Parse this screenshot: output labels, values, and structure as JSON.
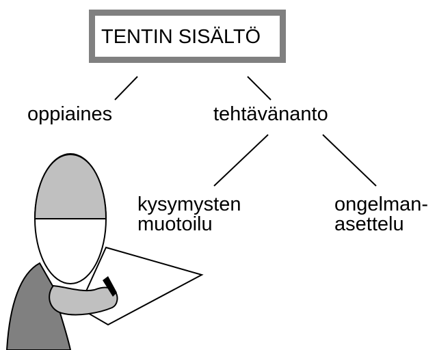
{
  "diagram": {
    "title": "TENTIN SISÄLTÖ",
    "nodes": {
      "content": "oppiaines",
      "task": "tehtävänanto",
      "question_line1": "kysymysten",
      "question_line2": "muotoilu",
      "problem_line1": "ongelman-",
      "problem_line2": "asettelu"
    },
    "colors": {
      "frame": "#808080",
      "cap": "#c0c0c0",
      "body": "#808080",
      "lines": "#000000"
    }
  }
}
